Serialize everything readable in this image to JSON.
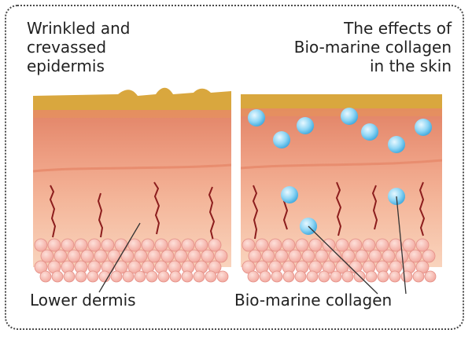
{
  "left_panel": {
    "caption_lines": [
      "Wrinkled and",
      "crevassed",
      "epidermis"
    ]
  },
  "right_panel": {
    "caption_lines": [
      "The effects of",
      "Bio-marine collagen",
      "in the skin"
    ]
  },
  "labels": {
    "lower_dermis": "Lower dermis",
    "bio_marine_collagen": "Bio-marine collagen"
  },
  "colors": {
    "frame": "#4a4a4a",
    "epidermis": "#d9a73e",
    "upper_dermis": "#e88f72",
    "lower_dermis": "#f6c9ad",
    "fat_cells": "#f7b9b0",
    "vessels": "#8c1d1d",
    "collagen": "#7fcdf0"
  }
}
